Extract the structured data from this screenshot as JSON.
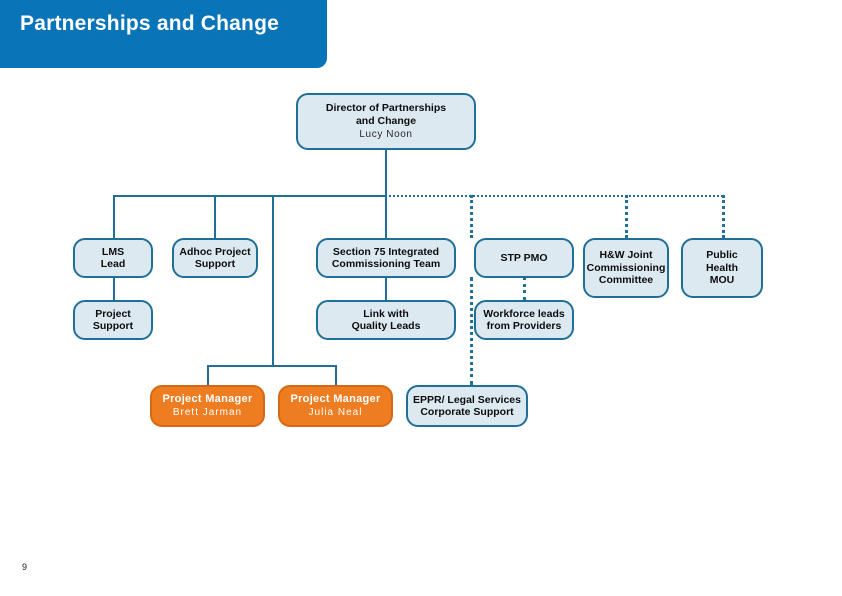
{
  "slide": {
    "title": "Partnerships and Change",
    "page_number": "9",
    "accent_color": "#0a74b9",
    "node_fill_color": "#dde9f1",
    "node_border_color": "#1f6f96",
    "highlight_color": "#ee7d22"
  },
  "chart_data": {
    "type": "diagram",
    "title": "Partnerships and Change",
    "nodes": [
      {
        "id": "director",
        "role": "Director of Partnerships and Change",
        "person": "Lucy Noon",
        "style": "blue"
      },
      {
        "id": "lms-lead",
        "role": "LMS Lead",
        "person": "",
        "style": "blue"
      },
      {
        "id": "adhoc-project-support",
        "role": "Adhoc Project Support",
        "person": "",
        "style": "blue"
      },
      {
        "id": "section-75",
        "role": "Section 75 Integrated Commissioning Team",
        "person": "",
        "style": "blue"
      },
      {
        "id": "stp-pmo",
        "role": "STP PMO",
        "person": "",
        "style": "blue"
      },
      {
        "id": "hw-joint",
        "role": "H&W Joint Commissioning Committee",
        "person": "",
        "style": "blue"
      },
      {
        "id": "public-health-mou",
        "role": "Public Health MOU",
        "person": "",
        "style": "blue"
      },
      {
        "id": "project-support",
        "role": "Project Support",
        "person": "",
        "style": "blue"
      },
      {
        "id": "link-quality-leads",
        "role": "Link with Quality Leads",
        "person": "",
        "style": "blue"
      },
      {
        "id": "workforce-leads",
        "role": "Workforce leads from Providers",
        "person": "",
        "style": "blue"
      },
      {
        "id": "pm-brett",
        "role": "Project Manager",
        "person": "Brett Jarman",
        "style": "orange"
      },
      {
        "id": "pm-julia",
        "role": "Project Manager",
        "person": "Julia Neal",
        "style": "orange"
      },
      {
        "id": "eppr-legal",
        "role": "EPPR/ Legal Services Corporate Support",
        "person": "",
        "style": "blue"
      }
    ],
    "edges": [
      {
        "from": "director",
        "to": "lms-lead",
        "line": "solid"
      },
      {
        "from": "director",
        "to": "adhoc-project-support",
        "line": "solid"
      },
      {
        "from": "director",
        "to": "section-75",
        "line": "solid"
      },
      {
        "from": "director",
        "to": "stp-pmo",
        "line": "dotted"
      },
      {
        "from": "director",
        "to": "hw-joint",
        "line": "dotted"
      },
      {
        "from": "director",
        "to": "public-health-mou",
        "line": "dotted"
      },
      {
        "from": "lms-lead",
        "to": "project-support",
        "line": "solid"
      },
      {
        "from": "section-75",
        "to": "link-quality-leads",
        "line": "solid"
      },
      {
        "from": "stp-pmo",
        "to": "workforce-leads",
        "line": "dotted"
      },
      {
        "from": "adhoc-project-support",
        "to": "pm-brett",
        "line": "solid"
      },
      {
        "from": "adhoc-project-support",
        "to": "pm-julia",
        "line": "solid"
      },
      {
        "from": "stp-pmo",
        "to": "eppr-legal",
        "line": "dotted"
      }
    ]
  },
  "nodes": {
    "director": {
      "role_line1": "Director of Partnerships",
      "role_line2": "and Change",
      "person": "Lucy Noon"
    },
    "lms_lead": {
      "role_line1": "LMS",
      "role_line2": "Lead"
    },
    "adhoc": {
      "role_line1": "Adhoc Project",
      "role_line2": "Support"
    },
    "section75": {
      "role_line1": "Section 75 Integrated",
      "role_line2": "Commissioning Team"
    },
    "stp_pmo": {
      "role_line1": "STP PMO"
    },
    "hw_joint": {
      "role_line1": "H&W Joint",
      "role_line2": "Commissioning",
      "role_line3": "Committee"
    },
    "public_health": {
      "role_line1": "Public",
      "role_line2": "Health",
      "role_line3": "MOU"
    },
    "project_support": {
      "role_line1": "Project",
      "role_line2": "Support"
    },
    "link_quality": {
      "role_line1": "Link with",
      "role_line2": "Quality Leads"
    },
    "workforce": {
      "role_line1": "Workforce leads",
      "role_line2": "from Providers"
    },
    "pm_brett": {
      "role_line1": "Project Manager",
      "person": "Brett Jarman"
    },
    "pm_julia": {
      "role_line1": "Project Manager",
      "person": "Julia Neal"
    },
    "eppr": {
      "role_line1": "EPPR/  Legal Services",
      "role_line2": "Corporate Support"
    }
  }
}
